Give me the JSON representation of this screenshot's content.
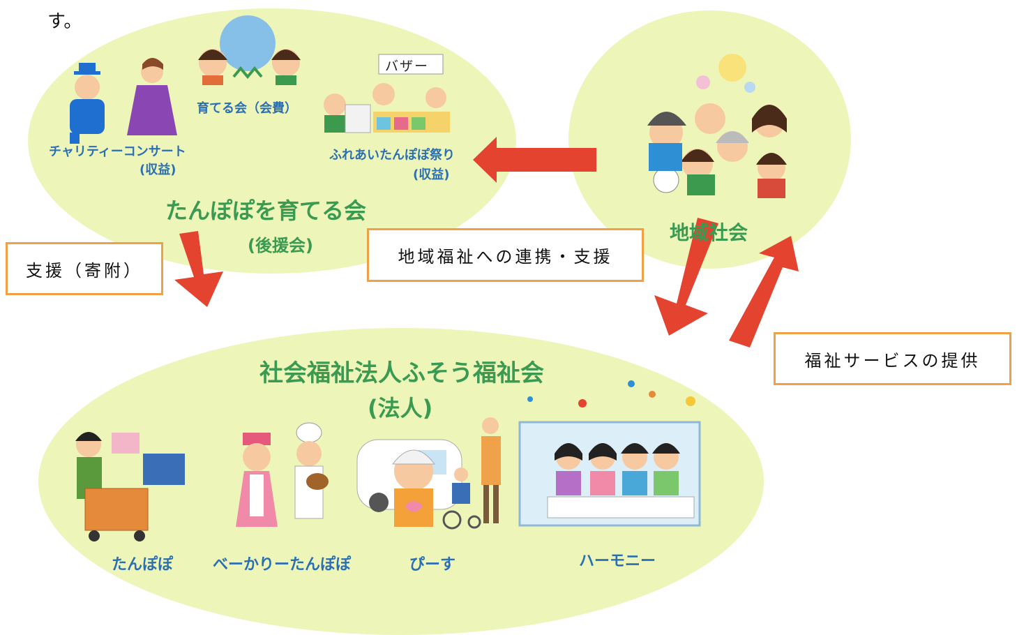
{
  "top_text": "す。",
  "support_group": {
    "title": "たんぽぽを育てる会",
    "subtitle": "(後援会)",
    "items": {
      "concert": "チャリティーコンサート",
      "concert_note": "(収益)",
      "membership": "育てる会（会費）",
      "festival": "ふれあいたんぽぽ祭り",
      "festival_note": "(収益)",
      "bazaar": "バザー"
    }
  },
  "community": {
    "title": "地域社会"
  },
  "corporation": {
    "title": "社会福祉法人ふそう福祉会",
    "subtitle": "(法人)",
    "facilities": [
      "たんぽぽ",
      "べーかりーたんぽぽ",
      "ぴーす",
      "ハーモニー"
    ]
  },
  "labels": {
    "donation": "支援（寄附）",
    "cooperation": "地域福祉への連携・支援",
    "services": "福祉サービスの提供"
  },
  "colors": {
    "ellipse_fill": "#eef5b9",
    "title_green": "#3a9a52",
    "caption_blue": "#2b6fb3",
    "arrow_red": "#e3432f",
    "box_border": "#f0a045"
  }
}
